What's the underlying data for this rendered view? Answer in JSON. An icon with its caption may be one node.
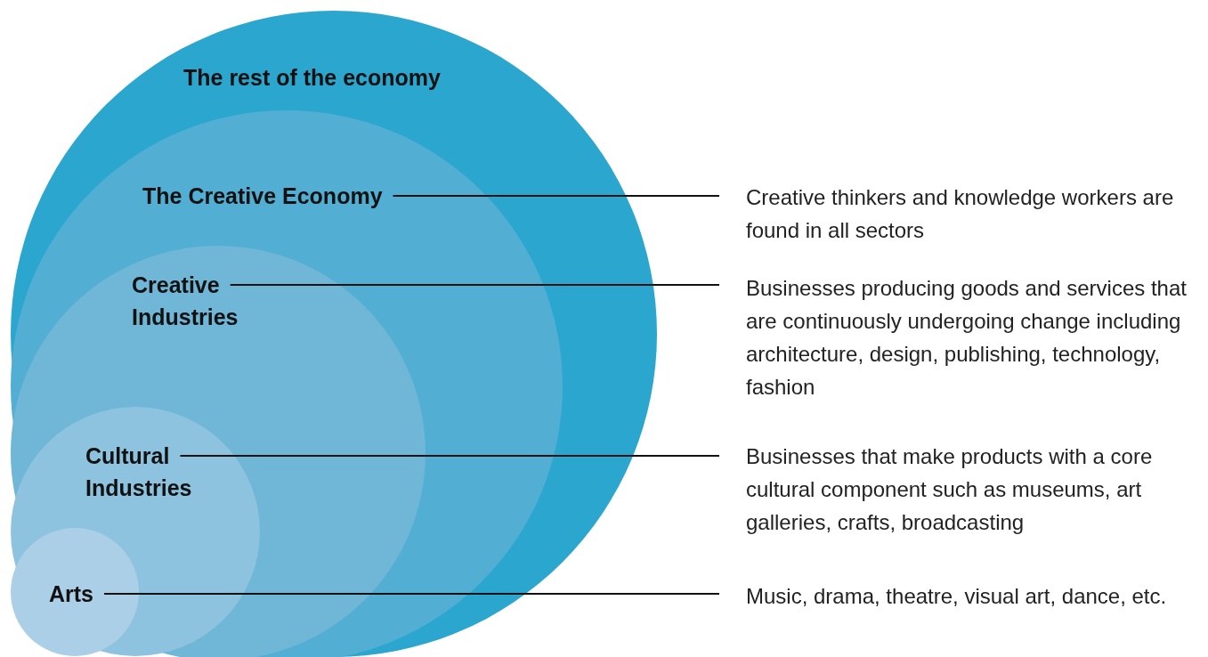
{
  "diagram": {
    "nodes": [
      {
        "text": [
          "The rest of the economy"
        ]
      },
      {
        "text": [
          "The Creative Economy"
        ],
        "in": 0
      },
      {
        "text": [
          "Creative Industries"
        ],
        "in": 1
      },
      {
        "text": [
          "Cultural Industries"
        ],
        "in": 2
      },
      {
        "text": [
          "Arts"
        ],
        "in": 3
      },
      {
        "text": [
          "Creative thinkers and knowledge workers are found in all sectors"
        ]
      },
      {
        "text": [
          "Businesses producing goods and services that are continuously undergoing change including architecture, design, publishing, technology, fashion"
        ]
      },
      {
        "text": [
          "Businesses that make products with a core cultural component such as museums, art galleries, crafts, broadcasting"
        ]
      },
      {
        "text": [
          "Music, drama, theatre, visual art, dance, etc."
        ]
      }
    ],
    "edges": [
      {
        "from": 1,
        "to": 5,
        "arrow": "none"
      },
      {
        "from": 2,
        "to": 6,
        "arrow": "none"
      },
      {
        "from": 3,
        "to": 7,
        "arrow": "none"
      },
      {
        "from": 4,
        "to": 8,
        "arrow": "none"
      }
    ]
  }
}
